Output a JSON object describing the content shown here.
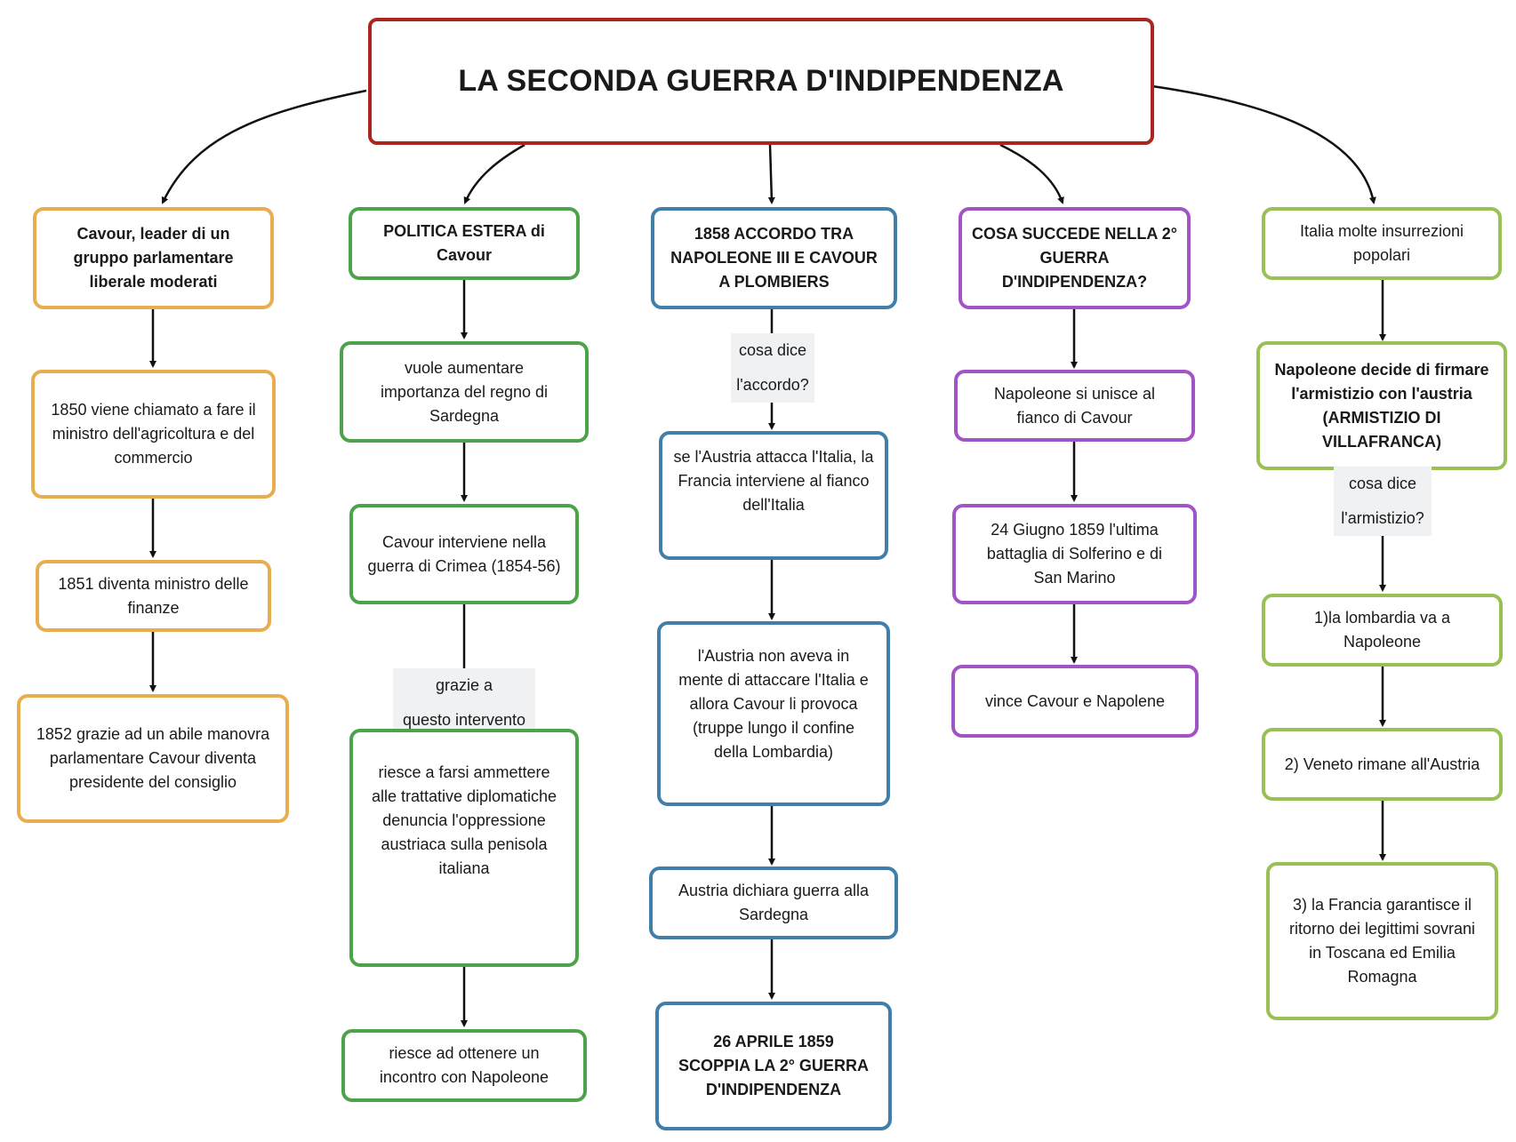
{
  "title": "LA SECONDA GUERRA D'INDIPENDENZA",
  "colors": {
    "root": "#a8261f",
    "cavour": "#e8ad4e",
    "politica": "#4da34a",
    "accordo": "#427fa8",
    "guerra": "#a254c4",
    "italia": "#98c055"
  },
  "columns": {
    "cavour": {
      "head": "Cavour, leader di un gruppo parlamentare liberale moderati",
      "items": [
        "1850 viene chiamato a fare il ministro dell'agricoltura e del commercio",
        "1851 diventa ministro delle finanze",
        "1852 grazie ad un abile manovra parlamentare Cavour diventa presidente del consiglio"
      ]
    },
    "politica": {
      "head": "POLITICA ESTERA di Cavour",
      "items": [
        "vuole aumentare importanza del regno di Sardegna",
        "Cavour interviene nella guerra di Crimea (1854-56)",
        "riesce a farsi ammettere alle trattative diplomatiche denuncia l'oppressione austriaca sulla penisola italiana",
        "riesce ad ottenere un incontro con Napoleone"
      ],
      "edge_label": [
        "grazie a",
        "questo intervento"
      ]
    },
    "accordo": {
      "head": "1858 ACCORDO TRA NAPOLEONE III E CAVOUR A PLOMBIERS",
      "edge_label": [
        "cosa dice",
        "l'accordo?"
      ],
      "items": [
        "se l'Austria attacca l'Italia, la Francia interviene al fianco dell'Italia",
        "l'Austria non aveva in mente di attaccare l'Italia e allora Cavour li provoca (truppe lungo il confine della Lombardia)",
        "Austria dichiara guerra alla Sardegna",
        "26 APRILE 1859 SCOPPIA LA 2° GUERRA D'INDIPENDENZA"
      ]
    },
    "guerra": {
      "head": "COSA SUCCEDE NELLA 2° GUERRA D'INDIPENDENZA?",
      "items": [
        "Napoleone si unisce al fianco di Cavour",
        "24 Giugno 1859 l'ultima battaglia di Solferino e di San Marino",
        "vince Cavour e Napolene"
      ]
    },
    "italia": {
      "head": "Italia molte insurrezioni popolari",
      "armistizio": "Napoleone decide di firmare l'armistizio con l'austria (ARMISTIZIO DI VILLAFRANCA)",
      "edge_label": [
        "cosa dice",
        "l'armistizio?"
      ],
      "items": [
        "1)la lombardia va a Napoleone",
        "2) Veneto rimane all'Austria",
        "3) la Francia garantisce il ritorno dei legittimi sovrani in Toscana ed Emilia Romagna"
      ]
    }
  }
}
